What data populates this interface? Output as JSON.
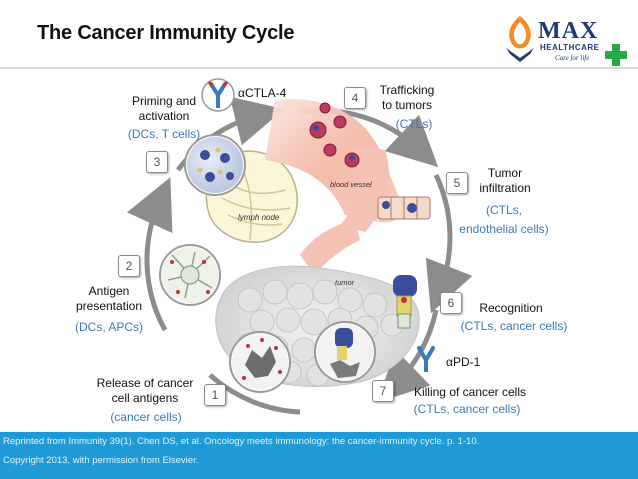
{
  "title": "The Cancer Immunity Cycle",
  "logo": {
    "name": "MAX",
    "sub": "HEALTHCARE",
    "tagline": "Care for life"
  },
  "diagram_labels": {
    "lymph_node": "lymph node",
    "blood_vessel": "blood vessel",
    "tumor": "tumor"
  },
  "drugs": {
    "ctla4": "αCTLA-4",
    "pd1": "αPD-1"
  },
  "steps": [
    {
      "number": "1",
      "label_lines": [
        "Release of cancer",
        "cell antigens"
      ],
      "sub": "(cancer cells)"
    },
    {
      "number": "2",
      "label_lines": [
        "Antigen",
        "presentation"
      ],
      "sub": "(DCs, APCs)"
    },
    {
      "number": "3",
      "label_lines": [
        "Priming and",
        "activation"
      ],
      "sub": "(DCs, T cells)"
    },
    {
      "number": "4",
      "label_lines": [
        "Trafficking",
        "to tumors"
      ],
      "sub": "(CTLs)"
    },
    {
      "number": "5",
      "label_lines": [
        "Tumor",
        "infiltration"
      ],
      "sub_lines": [
        "(CTLs,",
        "endothelial cells)"
      ]
    },
    {
      "number": "6",
      "label_lines": [
        "Recognition"
      ],
      "sub": "(CTLs, cancer cells)"
    },
    {
      "number": "7",
      "label_lines": [
        "Killing of cancer cells"
      ],
      "sub": "(CTLs, cancer cells)"
    }
  ],
  "footer": {
    "line1": "Reprinted from Immunity 39(1). Chen DS, et al. Oncology meets immunology: the cancer-immunity cycle. p. 1-10.",
    "line2": "Copyright 2013, with permission from Elsevier."
  },
  "colors": {
    "footer_bg": "#1f9ad6",
    "sub_text": "#3a7ab8",
    "cycle_arrow": "#8c8c8c",
    "antibody": "#3a7ab8",
    "antibody_tip": "#d62b2b"
  }
}
